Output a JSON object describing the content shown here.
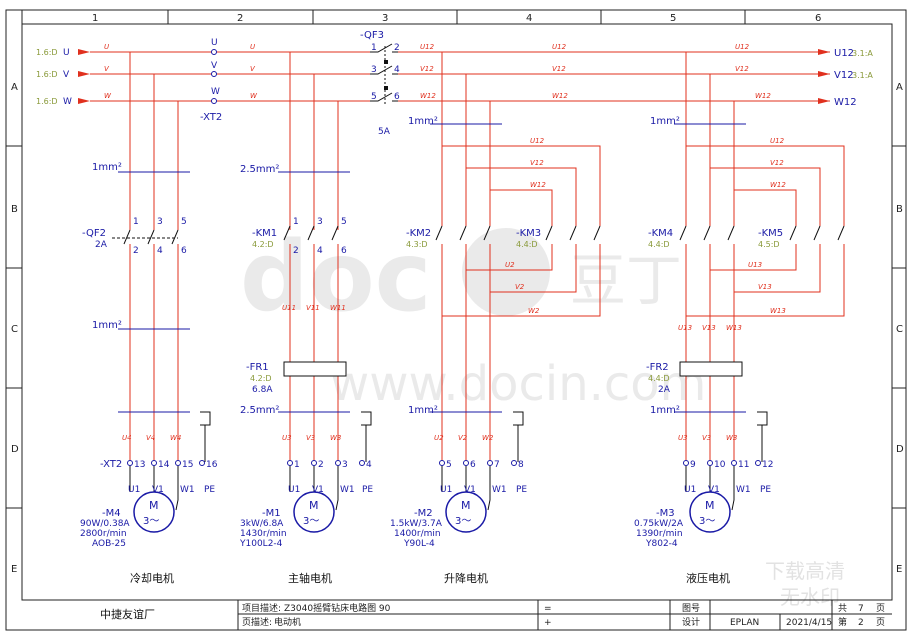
{
  "columns": [
    "1",
    "2",
    "3",
    "4",
    "5",
    "6"
  ],
  "rows": [
    "A",
    "B",
    "C",
    "D",
    "E"
  ],
  "incoming": {
    "u_src": "1.6:D",
    "u": "U",
    "v_src": "1.6:D",
    "v": "V",
    "w_src": "1.6:D",
    "w": "W",
    "wire_u": "U",
    "wire_v": "V",
    "wire_w": "W"
  },
  "terminal_xt2_main": {
    "name": "-XT2",
    "u": "U",
    "v": "V",
    "w": "W"
  },
  "breaker_qf3": {
    "name": "-QF3",
    "rating": "5A",
    "pins": [
      "1",
      "2",
      "3",
      "4",
      "5",
      "6"
    ]
  },
  "bus_labels": {
    "u12": "U12",
    "v12": "V12",
    "w12": "W12"
  },
  "outgoing": {
    "u": "U12",
    "u_ref": "3.1:A",
    "v": "V12",
    "v_ref": "3.1:A",
    "w": "W12",
    "w_ref": ""
  },
  "wire_sizes": {
    "s1": "1mm²",
    "s2": "2.5mm²",
    "s3": "1mm²",
    "s4": "1mm²",
    "s5": "1mm²",
    "s6": "2.5mm²",
    "s7": "1mm²",
    "s8": "1mm²"
  },
  "qf2": {
    "name": "-QF2",
    "rating": "2A",
    "pins": [
      "1",
      "2",
      "3",
      "4",
      "5",
      "6"
    ]
  },
  "km1": {
    "name": "-KM1",
    "ref": "4.2:D",
    "pins": [
      "1",
      "2",
      "3",
      "4",
      "5",
      "6"
    ]
  },
  "km2": {
    "name": "-KM2",
    "ref": "4.3:D"
  },
  "km3": {
    "name": "-KM3",
    "ref": "4.4:D"
  },
  "km4": {
    "name": "-KM4",
    "ref": "4.4:D"
  },
  "km5": {
    "name": "-KM5",
    "ref": "4.5:D"
  },
  "fr1": {
    "name": "-FR1",
    "ref": "4.2:D",
    "rating": "6.8A"
  },
  "fr2": {
    "name": "-FR2",
    "ref": "4.4:D",
    "rating": "2A"
  },
  "wire_tags": {
    "u2": "U2",
    "v2": "V2",
    "w2": "W2",
    "u13": "U13",
    "v13": "V13",
    "w13": "W13",
    "u11": "U11",
    "v11": "V11",
    "w11": "W11",
    "u3": "U3",
    "v3": "V3",
    "w3": "W3",
    "u4": "U4",
    "v4": "V4",
    "w4": "W4",
    "u1": "U1",
    "v1": "V1",
    "w1": "W1",
    "pe": "PE"
  },
  "xt2_terminals": {
    "t13": "13",
    "t14": "14",
    "t15": "15",
    "t16": "16",
    "t1": "1",
    "t2": "2",
    "t3": "3",
    "t4": "4",
    "t5": "5",
    "t6": "6",
    "t7": "7",
    "t8": "8",
    "t9": "9",
    "t10": "10",
    "t11": "11",
    "t12": "12"
  },
  "motor_pins": {
    "u1": "U1",
    "v1": "V1",
    "w1": "W1",
    "pe": "PE"
  },
  "motors": [
    {
      "name": "-M4",
      "spec1": "90W/0.38A",
      "spec2": "2800r/min",
      "spec3": "AOB-25",
      "caption": "冷却电机"
    },
    {
      "name": "-M1",
      "spec1": "3kW/6.8A",
      "spec2": "1430r/min",
      "spec3": "Y100L2-4",
      "caption": "主轴电机"
    },
    {
      "name": "-M2",
      "spec1": "1.5kW/3.7A",
      "spec2": "1400r/min",
      "spec3": "Y90L-4",
      "caption": "升降电机"
    },
    {
      "name": "-M3",
      "spec1": "0.75kW/2A",
      "spec2": "1390r/min",
      "spec3": "Y802-4",
      "caption": "液压电机"
    }
  ],
  "motor_symbol": {
    "m": "M",
    "phase": "3～"
  },
  "xt2_label": "-XT2",
  "watermark": {
    "big1": "doc",
    "big2": "豆丁",
    "mid": "www.docin.com",
    "corner1": "下载高清",
    "corner2": "无水印"
  },
  "titleblock": {
    "company": "中捷友谊厂",
    "project_label": "项目描述:",
    "project": "Z3040摇臂钻床电路图 90",
    "page_label": "页描述:",
    "page_desc": "电动机",
    "eq": "=",
    "plus": "+",
    "drawing_no_label": "图号",
    "design_label": "设计",
    "design": "EPLAN",
    "date": "2021/4/15",
    "total_label": "共",
    "total": "7",
    "page_unit": "页",
    "current_label": "第",
    "current": "2",
    "page_unit2": "页"
  }
}
